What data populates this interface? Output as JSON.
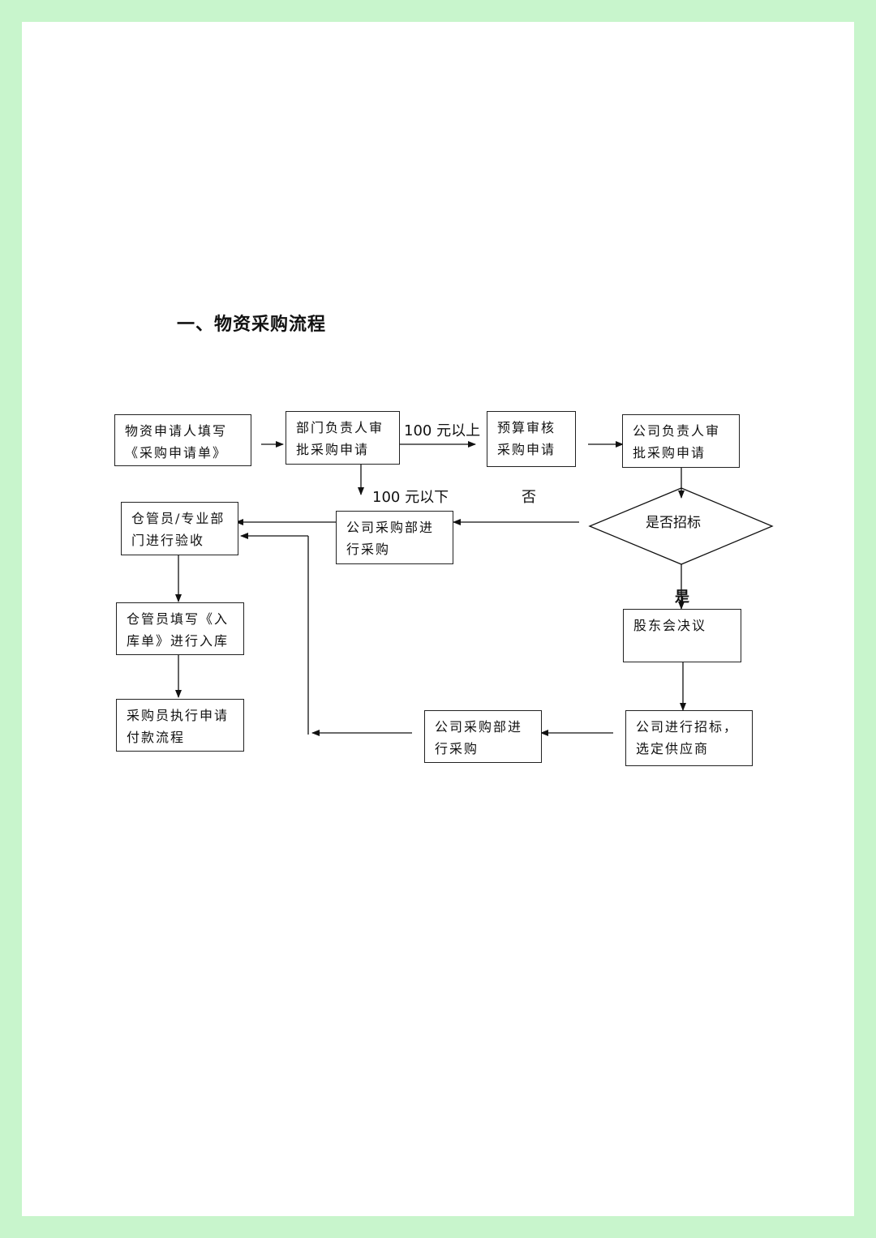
{
  "title": "一、物资采购流程",
  "nodes": {
    "apply": [
      "物资申请人填写",
      "《采购申请单》"
    ],
    "dept_approve": [
      "部门负责人审",
      "批采购申请"
    ],
    "budget_review": [
      "预算审核",
      "采购申请"
    ],
    "company_approve": [
      "公司负责人审",
      "批采购申请"
    ],
    "bid_decision": "是否招标",
    "warehouse_check": [
      "仓管员/专业部",
      "门进行验收"
    ],
    "purchase_dept_1": [
      "公司采购部进",
      "行采购"
    ],
    "warehouse_entry": [
      "仓管员填写《入",
      "库单》进行入库"
    ],
    "payment": [
      "采购员执行申请",
      "付款流程"
    ],
    "shareholder": [
      "股东会决议"
    ],
    "tender": [
      "公司进行招标，",
      "选定供应商"
    ],
    "purchase_dept_2": [
      "公司采购部进",
      "行采购"
    ]
  },
  "labels": {
    "above_100": "100 元以上",
    "below_100": "100 元以下",
    "no": "否",
    "yes": "是"
  }
}
